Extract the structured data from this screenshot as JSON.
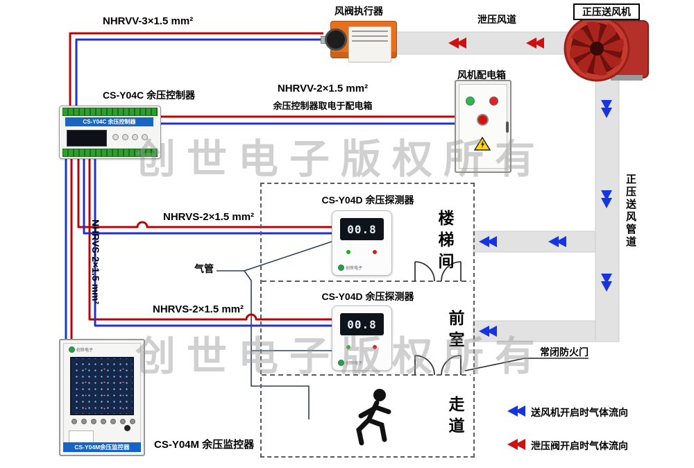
{
  "colors": {
    "wire_red": "#c00000",
    "wire_blue": "#2030cf",
    "arrow_blue": "#1535e0",
    "arrow_red": "#cf1010",
    "duct_gray": "#e2e2e2",
    "device_blue_band": "#1565c8"
  },
  "watermark": {
    "text": "创世电子版权所有"
  },
  "labels": {
    "cable_top": "NHRVV-3×1.5 mm²",
    "actuator": "风阀执行器",
    "relief_duct": "泄压风道",
    "fan": "正压送风机",
    "controller": "CS-Y04C 余压控制器",
    "cable_power_1": "NHRVV-2×1.5 mm²",
    "cable_power_2": "余压控制器取电于配电箱",
    "dist_box": "风机配电箱",
    "detector_title": "CS-Y04D 余压探测器",
    "cable_nhrvs": "NHRVS-2×1.5 mm²",
    "air_tube": "气管",
    "supply_duct": "正压送风管道",
    "fire_door": "常闭防火门",
    "monitor": "CS-Y04M 余压监控器",
    "room_stairwell": "楼梯间",
    "room_front": "前室",
    "room_corridor": "走道"
  },
  "legend": {
    "supply": "送风机开启时气体流向",
    "relief": "泄压阀开启时气体流向"
  },
  "devices": {
    "controller_panel_text": "CS-Y04C 余压控制器",
    "detector_display": "00.8",
    "detector_logo": "创世电子",
    "monitor_panel_text": "CS-Y04M余压监控器"
  }
}
